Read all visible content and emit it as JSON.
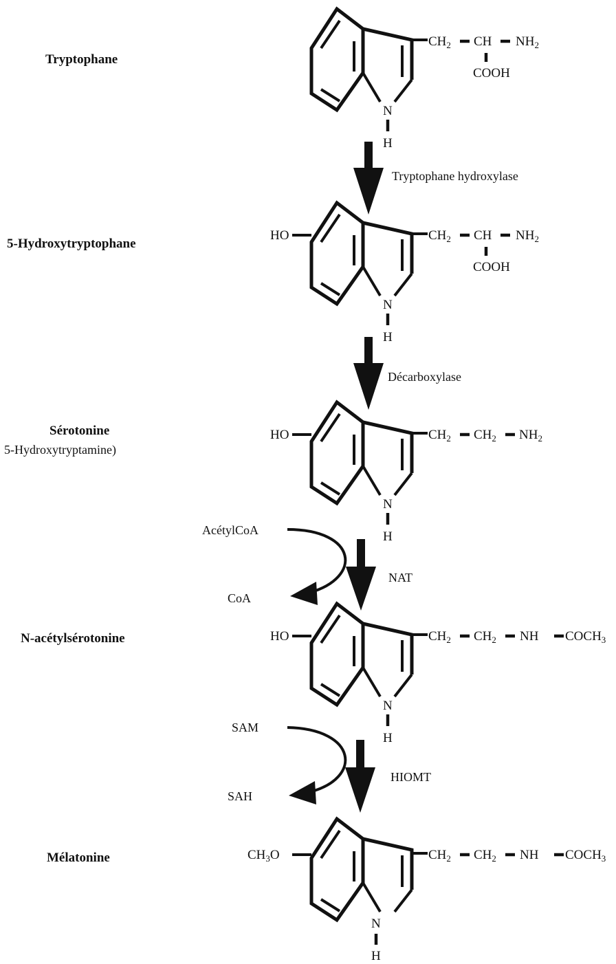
{
  "compounds": [
    {
      "name": "Tryptophane",
      "subtitle": "",
      "substituent": "",
      "side_chain": [
        "CH",
        "CH",
        "NH"
      ],
      "side_chain_tail": "",
      "carboxyl": "COOH"
    },
    {
      "name": "5-Hydroxytryptophane",
      "subtitle": "",
      "substituent": "HO",
      "side_chain": [
        "CH",
        "CH",
        "NH"
      ],
      "side_chain_tail": "",
      "carboxyl": "COOH"
    },
    {
      "name": "Sérotonine",
      "subtitle": "5-Hydroxytryptamine)",
      "substituent": "HO",
      "side_chain": [
        "CH",
        "CH",
        "NH"
      ],
      "side_chain_tail": "",
      "carboxyl": ""
    },
    {
      "name": "N-acétylsérotonine",
      "subtitle": "",
      "substituent": "HO",
      "side_chain": [
        "CH",
        "CH",
        "NH"
      ],
      "side_chain_tail": "COCH",
      "carboxyl": ""
    },
    {
      "name": "Mélatonine",
      "subtitle": "",
      "substituent": "CH",
      "side_chain": [
        "CH",
        "CH",
        "NH"
      ],
      "side_chain_tail": "COCH",
      "carboxyl": ""
    }
  ],
  "enzymes": [
    "Tryptophane hydroxylase",
    "Décarboxylase",
    "NAT",
    "HIOMT"
  ],
  "cofactors": [
    {
      "substrate": "AcétylCoA",
      "product": "CoA"
    },
    {
      "substrate": "SAM",
      "product": "SAH"
    }
  ],
  "atoms": {
    "ring_nitrogen": "N",
    "hydrogen": "H"
  }
}
